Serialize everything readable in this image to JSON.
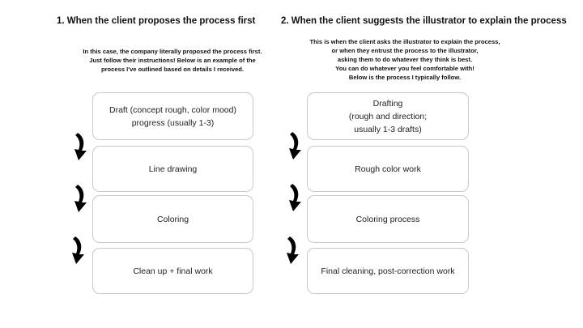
{
  "left": {
    "title": "1. When the client proposes the process first",
    "description": [
      "In this case, the company literally proposed the process first.",
      "Just follow their instructions! Below is an example of the",
      "process I've outlined based on details I received."
    ],
    "steps": [
      [
        "Draft (concept rough, color mood)",
        "progress (usually 1-3)"
      ],
      [
        "Line drawing"
      ],
      [
        "Coloring"
      ],
      [
        "Clean up + final work"
      ]
    ]
  },
  "right": {
    "title": "2. When the client suggests the illustrator to explain the process",
    "description": [
      "This is when the client asks the illustrator to explain the process,",
      "or when they entrust the process to the illustrator,",
      "asking them to do whatever they think is best.",
      "You can do whatever you feel comfortable with!",
      "Below is the process I typically follow."
    ],
    "steps": [
      [
        "Drafting",
        "(rough and direction;",
        "usually 1-3 drafts)"
      ],
      [
        "Rough color work"
      ],
      [
        "Coloring process"
      ],
      [
        "Final cleaning, post-correction work"
      ]
    ]
  },
  "icons": {
    "arrow": "curved-down-arrow-icon"
  },
  "colors": {
    "box_border": "#c9c9c9",
    "text": "#111111",
    "arrow_fill": "#000000"
  }
}
